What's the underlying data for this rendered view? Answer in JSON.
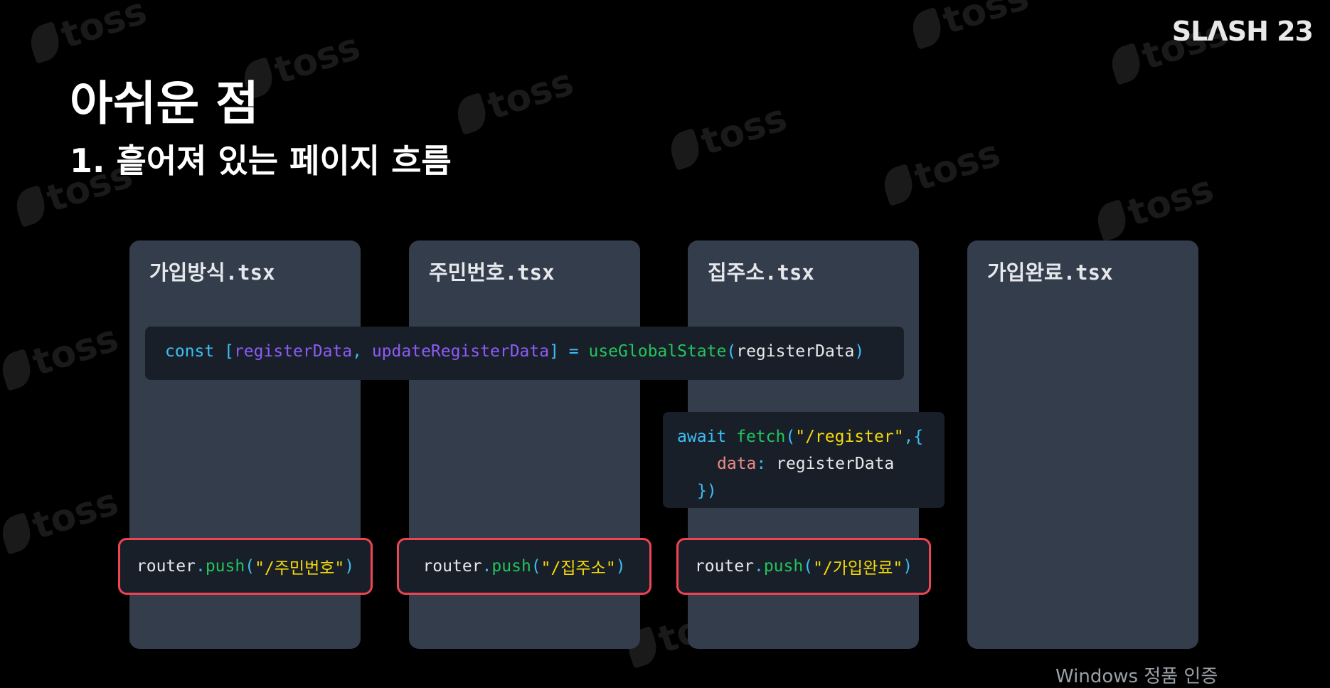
{
  "slide": {
    "logo": "SLΛSH 23",
    "title": "아쉬운 점",
    "subtitle": "1. 흩어져 있는 페이지 흐름",
    "watermark": "toss"
  },
  "cards": [
    {
      "file": "가입방식.tsx"
    },
    {
      "file": "주민번호.tsx"
    },
    {
      "file": "집주소.tsx"
    },
    {
      "file": "가입완료.tsx"
    }
  ],
  "global_state": {
    "kw": "const",
    "open": " [",
    "var1": "registerData",
    "comma": ", ",
    "var2": "updateRegisterData",
    "close": "]",
    "eq": " = ",
    "fn": "useGlobalState",
    "paren_open": "(",
    "arg": "registerData",
    "paren_close": ")"
  },
  "fetch": {
    "kw": "await",
    "fn": "fetch",
    "paren_open": "(",
    "url": "\"/register\"",
    "comma_brace": ",{",
    "prop": "data",
    "colon": ": ",
    "value": "registerData",
    "close": "})"
  },
  "routers": [
    {
      "obj": "router",
      "dot": ".",
      "method": "push",
      "open": "(",
      "path": "\"/주민번호\"",
      "close": ")"
    },
    {
      "obj": "router",
      "dot": ".",
      "method": "push",
      "open": "(",
      "path": "\"/집주소\"",
      "close": ")"
    },
    {
      "obj": "router",
      "dot": ".",
      "method": "push",
      "open": "(",
      "path": "\"/가입완료\"",
      "close": ")"
    }
  ],
  "status_text": "Windows 정품 인증",
  "colors": {
    "background": "#000000",
    "card": "#333d4b",
    "code_bg": "#191f28",
    "highlight_border": "#f04452",
    "keyword": "#3bbef5",
    "variable": "#8b5cf6",
    "function": "#21c55d",
    "string": "#f5d90a"
  }
}
